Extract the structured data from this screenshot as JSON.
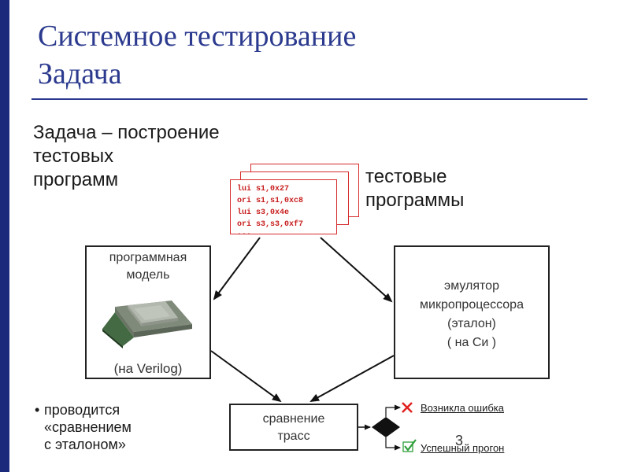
{
  "title": {
    "line1": "Системное тестирование",
    "line2": "Задача"
  },
  "task_text": {
    "line1": "Задача – построение",
    "line2": "тестовых",
    "line3": "программ"
  },
  "test_programs_label": {
    "line1": "тестовые",
    "line2": "программы"
  },
  "code_lines": [
    "lui s1,0x27",
    "ori s1,s1,0xc8",
    "lui s3,0x4e",
    "ori s3,s3,0xf7",
    "..."
  ],
  "model_box": {
    "line1": "программная",
    "line2": "модель",
    "bottom": "(на Verilog)"
  },
  "emulator_box": {
    "line1": "эмулятор",
    "line2": "микропроцессора",
    "line3": "(эталон)",
    "line4": "( на Си )"
  },
  "compare_box": {
    "line1": "сравнение",
    "line2": "трасс"
  },
  "bullet": {
    "line1": "проводится",
    "line2": "«сравнением",
    "line3": "с эталоном»"
  },
  "results": {
    "error": "Возникла ошибка",
    "success": "Успешный прогон"
  },
  "page_number": "3",
  "colors": {
    "title": "#2b3a8e",
    "sidebar": "#1b2a7a",
    "code": "#c81e1e",
    "error_mark": "#e02020",
    "success_mark": "#2e9e3a"
  },
  "icons": [
    "cpu-chip-icon",
    "cross-icon",
    "checkbox-check-icon",
    "decision-diamond-icon"
  ]
}
